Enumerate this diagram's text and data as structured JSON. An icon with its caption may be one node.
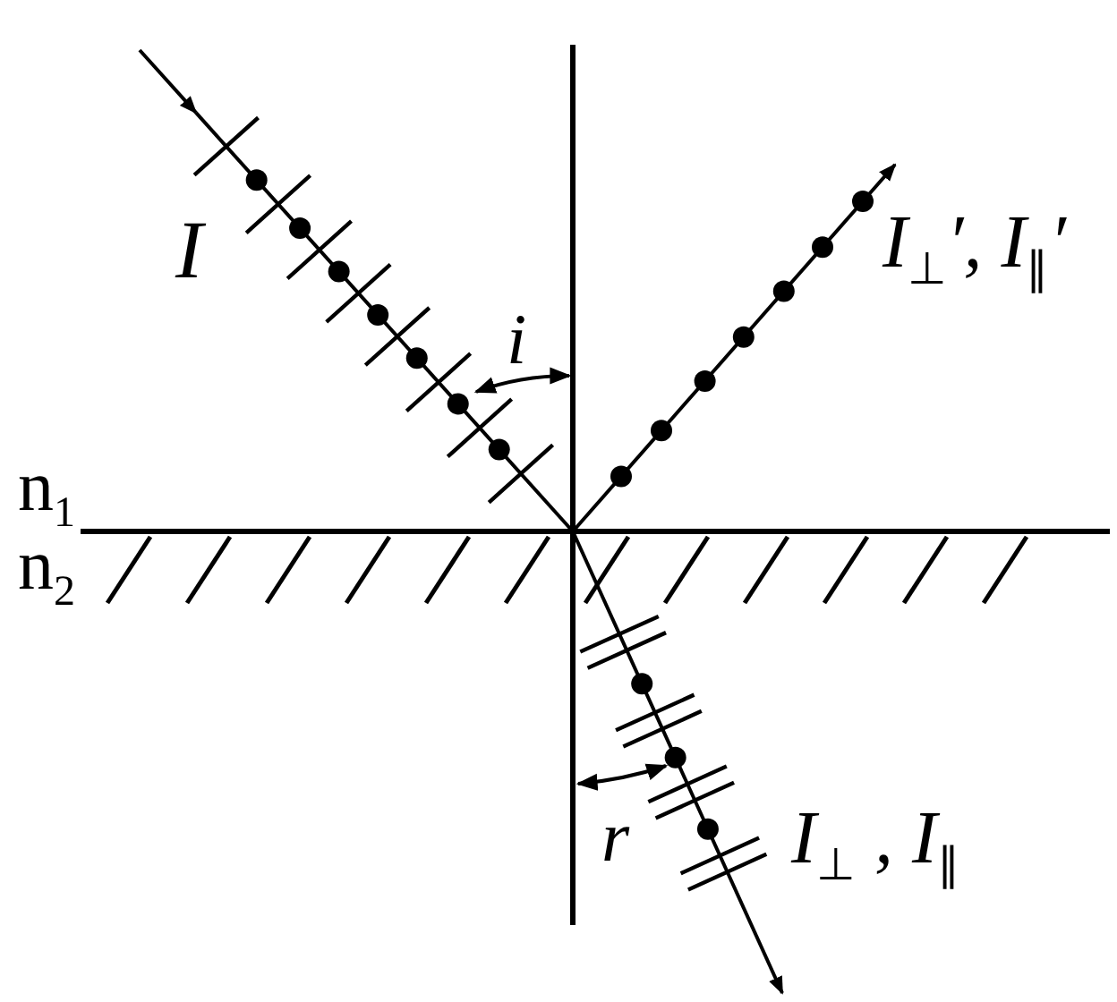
{
  "diagram": {
    "labels": [
      "I",
      "i",
      "I$_{⊥}$′, I$_{∥}$′",
      "n$_{1}$",
      "n$_{2}$",
      "r",
      "I$_{⊥}$ , I$_{∥}$"
    ]
  }
}
